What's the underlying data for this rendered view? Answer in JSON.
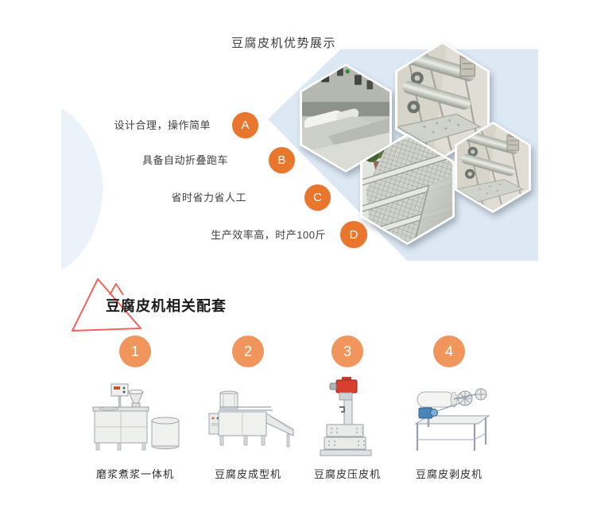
{
  "colors": {
    "accent_orange": "#E8762C",
    "accent_orange_light": "#F0955C",
    "panel_blue": "#DCE8F3",
    "blob_blue": "#ECF2F9",
    "triangle_red": "#F2635C"
  },
  "advantages": {
    "title": "豆腐皮机优势展示",
    "items": [
      {
        "label": "A",
        "text": "设计合理，操作简单"
      },
      {
        "label": "B",
        "text": "具备自动折叠跑车"
      },
      {
        "label": "C",
        "text": "省时省力省人工"
      },
      {
        "label": "D",
        "text": "生产效率高，时产100斤"
      }
    ]
  },
  "accessories": {
    "title": "豆腐皮机相关配套",
    "items": [
      {
        "number": "1",
        "name": "磨浆煮浆一体机"
      },
      {
        "number": "2",
        "name": "豆腐皮成型机"
      },
      {
        "number": "3",
        "name": "豆腐皮压皮机"
      },
      {
        "number": "4",
        "name": "豆腐皮剥皮机"
      }
    ]
  }
}
